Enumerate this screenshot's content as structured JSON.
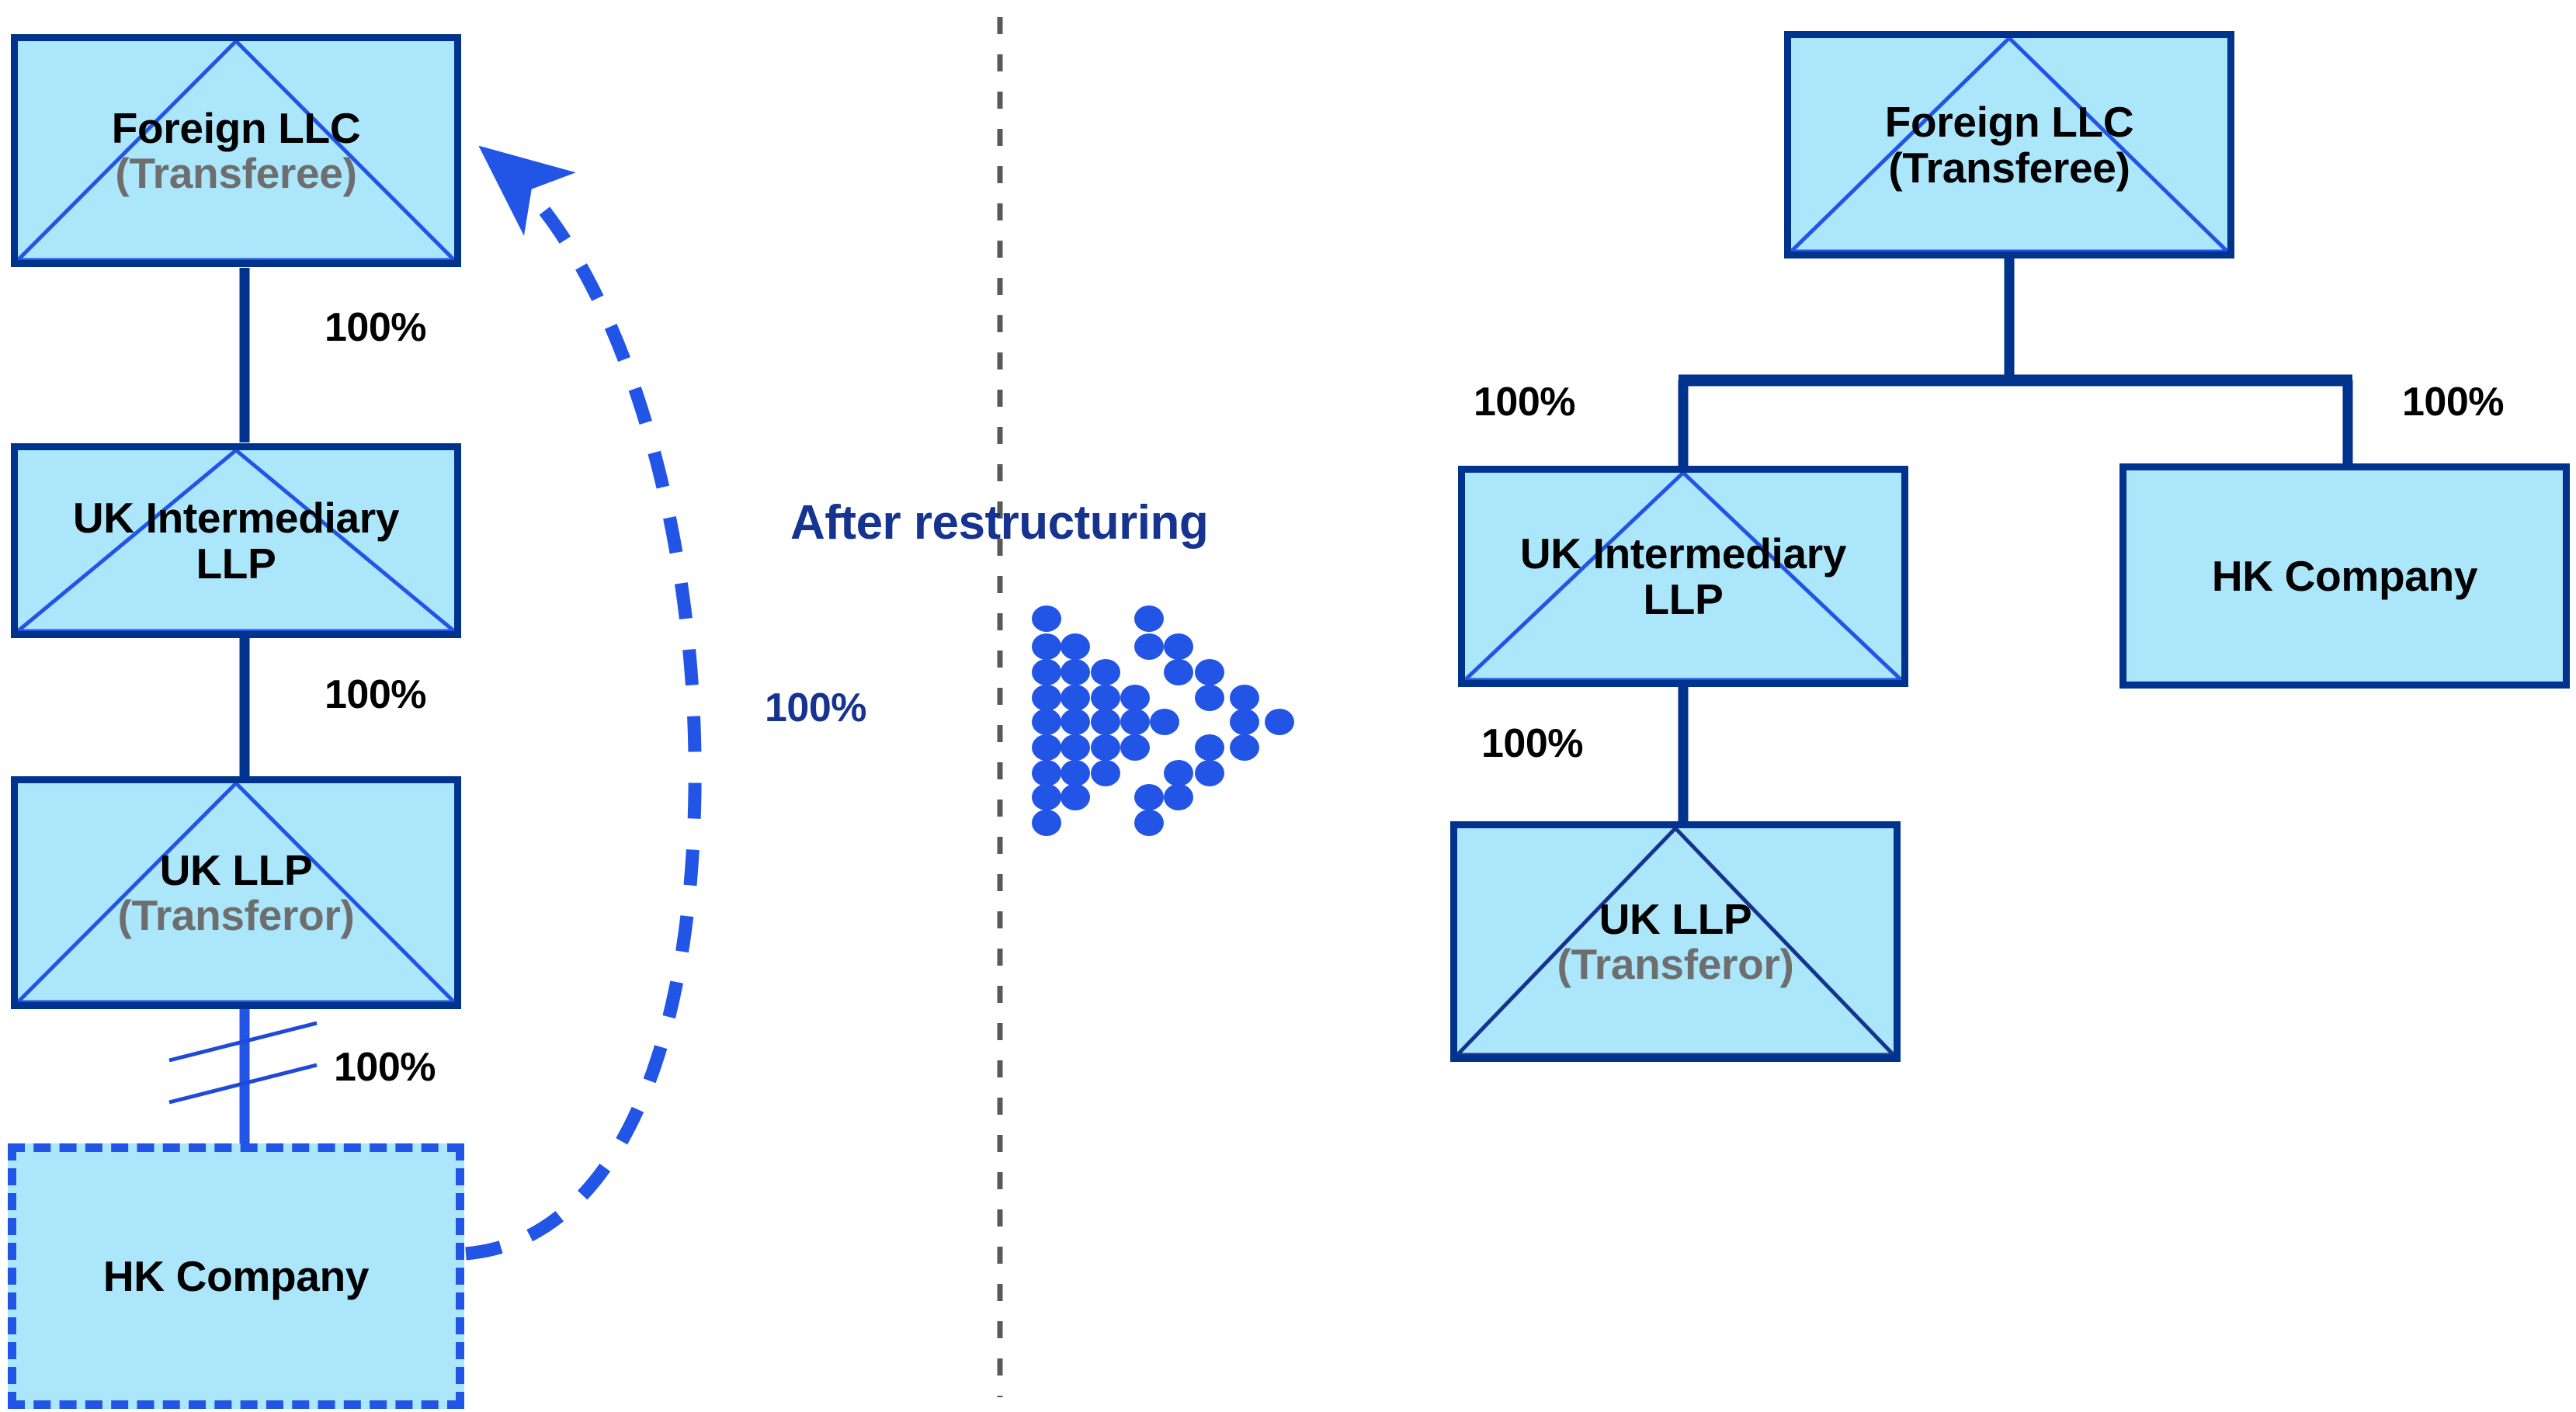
{
  "diagram": {
    "title_center": "After restructuring",
    "divider": "vertical-dashed-separator",
    "before": {
      "nodes": [
        {
          "id": "foreign-llc",
          "name": "Foreign LLC",
          "subtitle": "(Transferee)",
          "shape": "box-with-triangle",
          "border": "solid"
        },
        {
          "id": "uk-intermediary-llp",
          "name": "UK Intermediary",
          "name2": "LLP",
          "subtitle": "",
          "shape": "box-with-triangle",
          "border": "solid"
        },
        {
          "id": "uk-llp",
          "name": "UK LLP",
          "subtitle": "(Transferor)",
          "shape": "box-with-triangle",
          "border": "solid"
        },
        {
          "id": "hk-company",
          "name": "HK Company",
          "subtitle": "",
          "shape": "box",
          "border": "dashed"
        }
      ],
      "edges": [
        {
          "from": "foreign-llc",
          "to": "uk-intermediary-llp",
          "label": "100%",
          "style": "solid"
        },
        {
          "from": "uk-intermediary-llp",
          "to": "uk-llp",
          "label": "100%",
          "style": "solid"
        },
        {
          "from": "uk-llp",
          "to": "hk-company",
          "label": "100%",
          "style": "solid-severed"
        },
        {
          "from": "hk-company",
          "to": "foreign-llc",
          "label": "100%",
          "style": "dashed-curved-arrow"
        }
      ]
    },
    "after": {
      "nodes": [
        {
          "id": "foreign-llc-r",
          "name": "Foreign LLC",
          "subtitle": "(Transferee)",
          "shape": "box-with-triangle",
          "border": "solid"
        },
        {
          "id": "uk-intermediary-llp-r",
          "name": "UK Intermediary",
          "name2": "LLP",
          "subtitle": "",
          "shape": "box-with-triangle",
          "border": "solid"
        },
        {
          "id": "hk-company-r",
          "name": "HK Company",
          "subtitle": "",
          "shape": "box",
          "border": "solid"
        },
        {
          "id": "uk-llp-r",
          "name": "UK LLP",
          "subtitle": "(Transferor)",
          "shape": "box-with-triangle",
          "border": "solid"
        }
      ],
      "edges": [
        {
          "from": "foreign-llc-r",
          "to": "uk-intermediary-llp-r",
          "label": "100%",
          "style": "solid"
        },
        {
          "from": "foreign-llc-r",
          "to": "hk-company-r",
          "label": "100%",
          "style": "solid"
        },
        {
          "from": "uk-intermediary-llp-r",
          "to": "uk-llp-r",
          "label": "100%",
          "style": "solid"
        }
      ]
    },
    "labels": {
      "pct_left_1": "100%",
      "pct_left_2": "100%",
      "pct_left_3": "100%",
      "pct_arrow": "100%",
      "pct_right_left": "100%",
      "pct_right_right": "100%",
      "pct_right_lower": "100%"
    },
    "colors": {
      "node_fill": "#ABE6FB",
      "node_border": "#00338D",
      "dashed_border": "#2255E6",
      "accent_blue": "#2255E6",
      "navy_text": "#16348F",
      "subtitle_gray": "#6E6E6E",
      "divider_gray": "#595959"
    }
  }
}
